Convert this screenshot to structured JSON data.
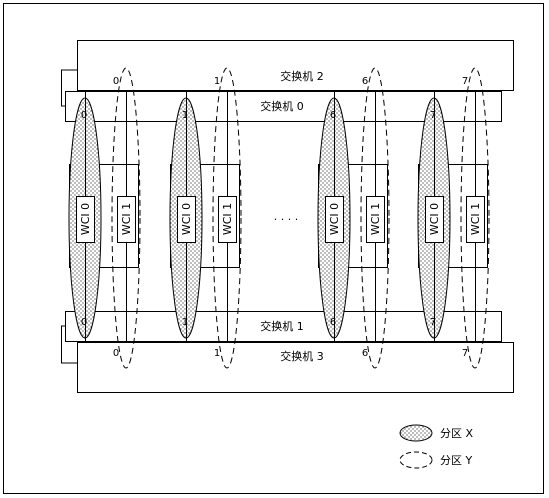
{
  "switches": {
    "sw2": "交换机 2",
    "sw0": "交换机 0",
    "sw1": "交换机 1",
    "sw3": "交换机 3"
  },
  "boards": [
    {
      "wci_a": "WCI 0",
      "wci_b": "WCI 1",
      "port_x_top": "0",
      "port_y_top": "0",
      "port_x_bottom": "0",
      "port_y_bottom": "0"
    },
    {
      "wci_a": "WCI 0",
      "wci_b": "WCI 1",
      "port_x_top": "1",
      "port_y_top": "1",
      "port_x_bottom": "1",
      "port_y_bottom": "1"
    },
    {
      "wci_a": "WCI 0",
      "wci_b": "WCI 1",
      "port_x_top": "6",
      "port_y_top": "6",
      "port_x_bottom": "6",
      "port_y_bottom": "6"
    },
    {
      "wci_a": "WCI 0",
      "wci_b": "WCI 1",
      "port_x_top": "7",
      "port_y_top": "7",
      "port_x_bottom": "7",
      "port_y_bottom": "7"
    }
  ],
  "ellipsis": ". . . .",
  "legend": {
    "partition_x": "分区  X",
    "partition_y": "分区  Y"
  }
}
